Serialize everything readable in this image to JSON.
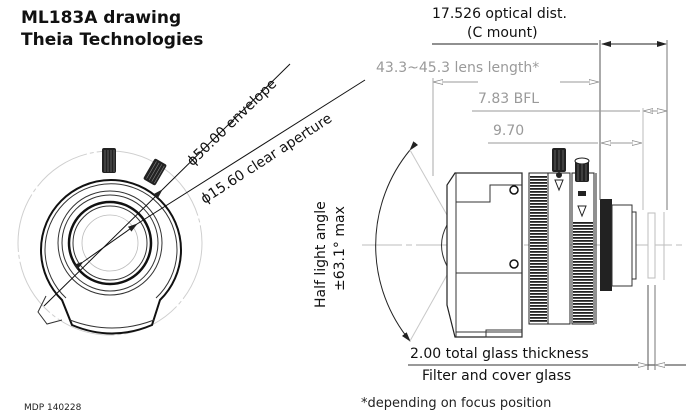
{
  "title": {
    "line1": "ML183A drawing",
    "line2": "Theia Technologies"
  },
  "front_view": {
    "envelope_label": "ϕ50.00 envelope",
    "aperture_label": "ϕ15.60 clear aperture"
  },
  "side_view": {
    "half_angle_line1": "Half light angle",
    "half_angle_line2": "±63.1° max"
  },
  "dimensions": {
    "optical_dist_line1": "17.526 optical dist.",
    "optical_dist_line2": "(C mount)",
    "lens_length": "43.3~45.3 lens length*",
    "bfl": "7.83 BFL",
    "flange": "9.70",
    "glass_line1": "2.00 total glass thickness",
    "glass_line2": "Filter and cover glass"
  },
  "footnote": "*depending on focus position",
  "doc_id": "MDP 140228",
  "colors": {
    "ink": "#111111",
    "dim_grey": "#9a9a9a",
    "construction": "#c8c8c8"
  }
}
